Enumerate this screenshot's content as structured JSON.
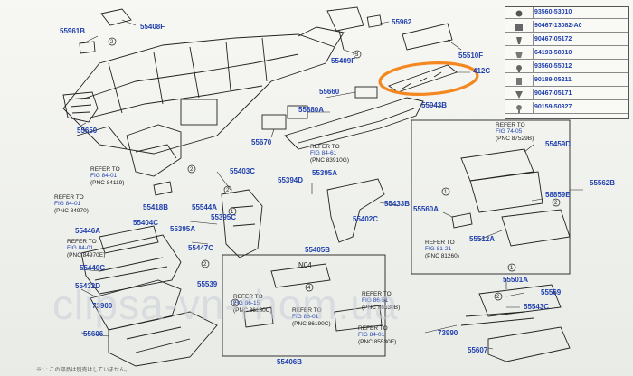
{
  "labels": {
    "p55961b": "55961B",
    "p55408f": "55408F",
    "p55962": "55962",
    "p55409f": "55409F",
    "p55510f": "55510F",
    "p55412c": "412C",
    "p55650": "55650",
    "p55660": "55660",
    "p55043b": "55043B",
    "p55880a": "55880A",
    "p55670": "55670",
    "p55459d": "55459D",
    "p55418b": "55418B",
    "p55544a": "55544A",
    "p55403c": "55403C",
    "p55394d": "55394D",
    "p55395a_mid": "55395A",
    "p55395c": "55395C",
    "p55402c": "55402C",
    "p55433b": "55433B",
    "p55560a": "55560A",
    "p55562b": "55562B",
    "p58859e": "58859E",
    "p55446a": "55446A",
    "p55404c": "55404C",
    "p55395a_left": "55395A",
    "p55447c": "55447C",
    "p55512a": "55512A",
    "p55440c": "55440C",
    "p55539": "55539",
    "p55405b": "55405B",
    "p55501a": "55501A",
    "p55432d": "55432D",
    "p55569": "55569",
    "p55543c": "55543C",
    "p73990_left": "73900",
    "p73990_right": "73990",
    "p55606": "55606",
    "p55607": "55607",
    "p55406b": "55406B",
    "n04": "N04"
  },
  "refs": {
    "r_84_01_a": {
      "l1": "REFER TO",
      "fig": "FIG 84-01",
      "pnc": "(PNC 84119)"
    },
    "r_84_01_b": {
      "l1": "REFER TO",
      "fig": "FIG 84-01",
      "pnc": "(PNC 84970)"
    },
    "r_84_01_c": {
      "l1": "REFER TO",
      "fig": "FIG 84-01",
      "pnc": "(PNC 84970E)"
    },
    "r_84_61": {
      "l1": "REFER TO",
      "fig": "FIG 84-61",
      "pnc": "(PNC 83910G)"
    },
    "r_74_05": {
      "l1": "REFER TO",
      "fig": "FIG 74-05",
      "pnc": "(PNC 87529B)"
    },
    "r_81_21": {
      "l1": "REFER TO",
      "fig": "FIG 81-21",
      "pnc": "(PNC 81260)"
    },
    "r_86_15": {
      "l1": "REFER TO",
      "fig": "FIG 86-15",
      "pnc": "(PNC 86180C)"
    },
    "r_86_01": {
      "l1": "REFER TO",
      "fig": "FIG 86-01",
      "pnc": "(PNC 86190C)"
    },
    "r_84_01_d": {
      "l1": "REFER TO",
      "fig": "FIG 84-01",
      "pnc": "(PNC 85530E)"
    },
    "r_86_51": {
      "l1": "REFER TO",
      "fig": "FIG 86-51",
      "pnc": "(PNC 86530B)"
    }
  },
  "fastener_table": [
    "93560-53010",
    "90467-13082-A0",
    "90467-05172",
    "64193-58010",
    "93560-55012",
    "90189-05211",
    "90467-05171",
    "90159-50327"
  ],
  "watermark": "clipsa-vn-rhom.ua",
  "footnote": "※1 : この部品は別売はしていません。"
}
